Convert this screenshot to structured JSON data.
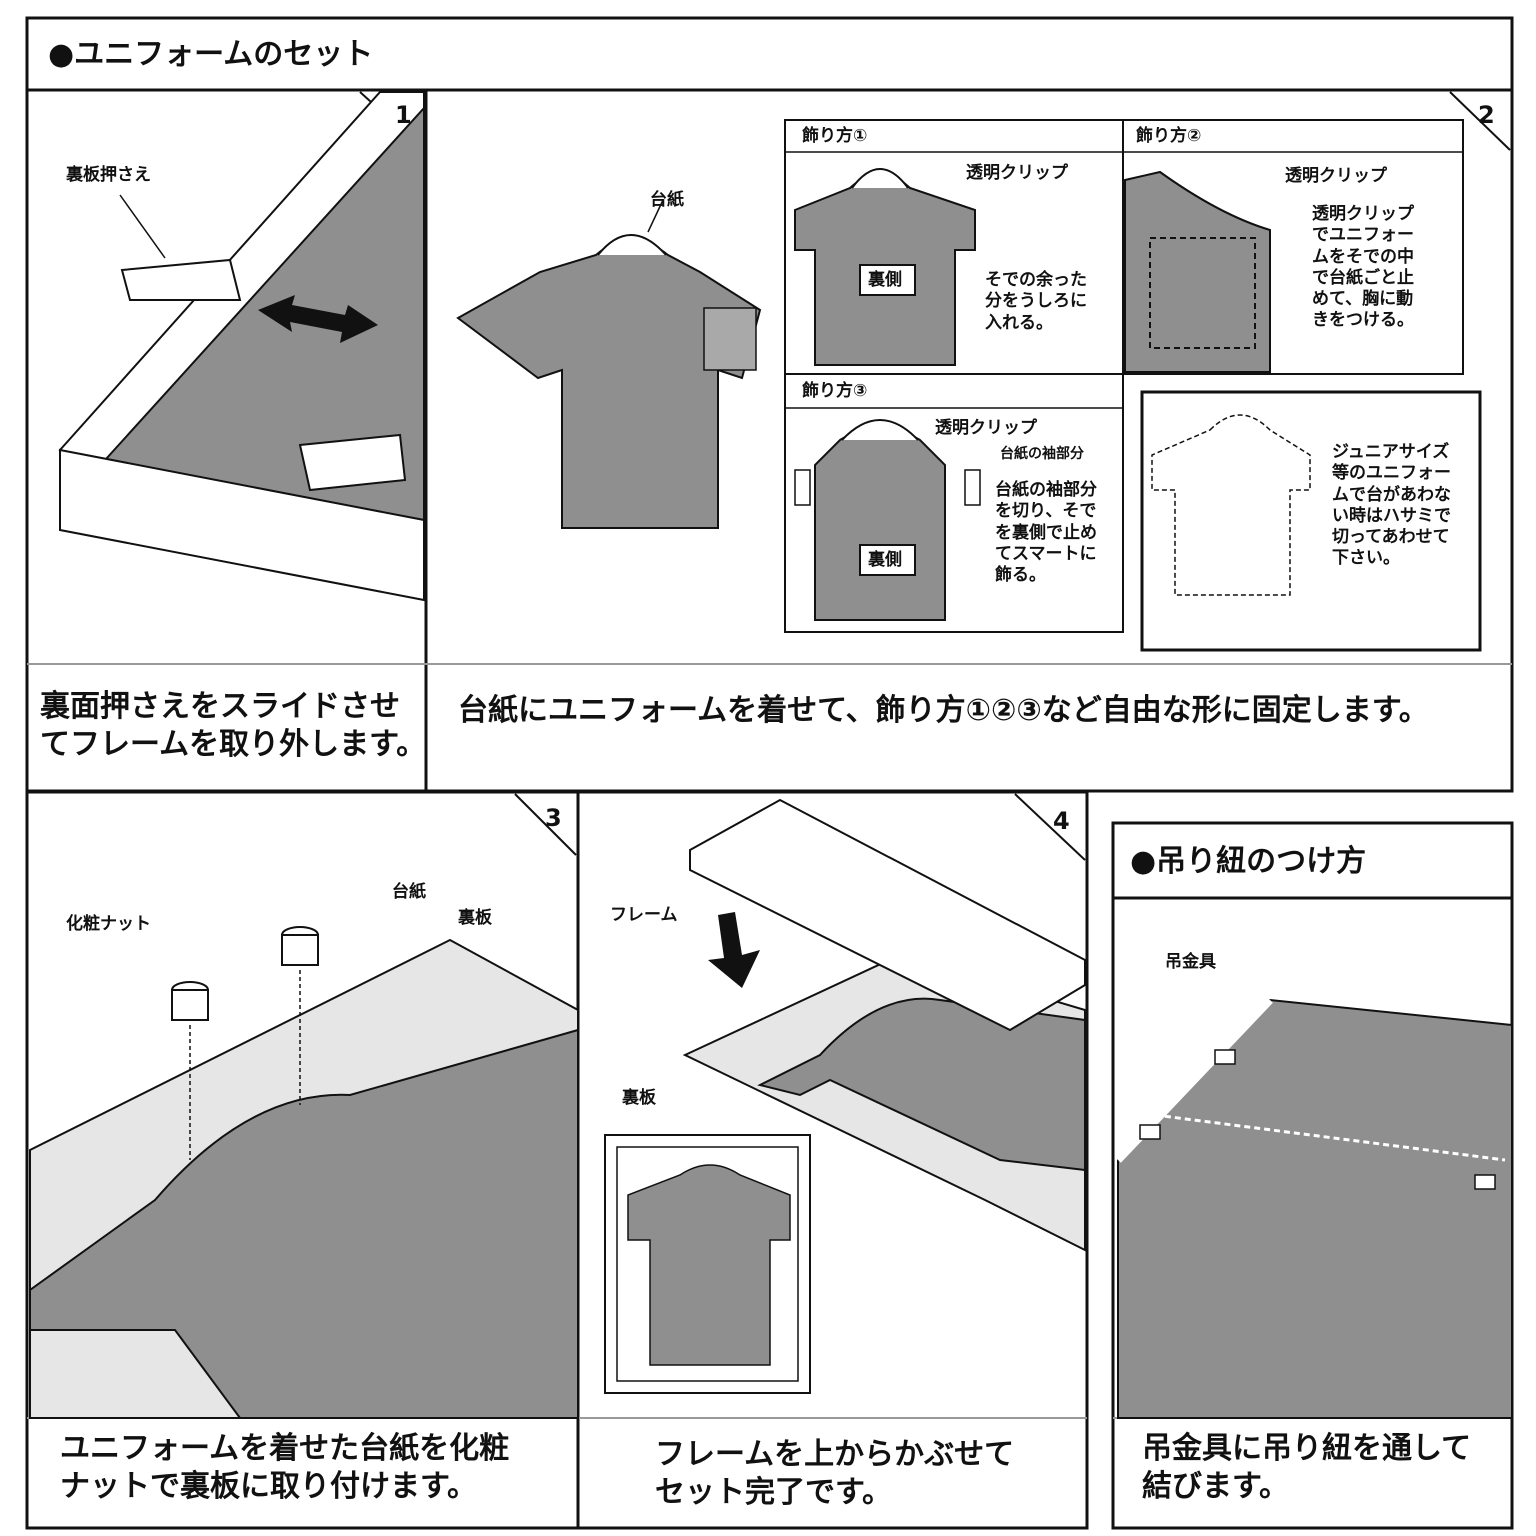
{
  "section1": {
    "title": "●ユニフォームのセット"
  },
  "step1": {
    "number": "1",
    "label_back_press": "裏板押さえ",
    "caption": "裏面押さえをスライドさせ\nてフレームを取り外します。"
  },
  "step2": {
    "number": "2",
    "label_mount": "台紙",
    "style1": {
      "title": "飾り方①",
      "clip": "透明クリップ",
      "back": "裏側",
      "note": "そでの余った\n分をうしろに\n入れる。"
    },
    "style2": {
      "title": "飾り方②",
      "clip": "透明クリップ",
      "note": "透明クリップ\nでユニフォー\nムをそでの中\nで台紙ごと止\nめて、胸に動\nきをつける。"
    },
    "style3": {
      "title": "飾り方③",
      "clip": "透明クリップ",
      "sub": "台紙の袖部分",
      "back": "裏側",
      "note": "台紙の袖部分\nを切り、そで\nを裏側で止め\nてスマートに\n飾る。"
    },
    "junior_note": "ジュニアサイズ\n等のユニフォー\nムで台があわな\nい時はハサミで\n切ってあわせて\n下さい。",
    "caption": "台紙にユニフォームを着せて、飾り方①②③など自由な形に固定します。"
  },
  "step3": {
    "number": "3",
    "label_nut": "化粧ナット",
    "label_mount": "台紙",
    "label_board": "裏板",
    "caption": "ユニフォームを着せた台紙を化粧\nナットで裏板に取り付けます。"
  },
  "step4": {
    "number": "4",
    "label_frame": "フレーム",
    "label_board": "裏板",
    "caption": "フレームを上からかぶせて\nセット完了です。"
  },
  "section2": {
    "title": "●吊り紐のつけ方",
    "label_hook": "吊金具",
    "caption": "吊金具に吊り紐を通して\n結びます。"
  },
  "colors": {
    "shirt": "#8f8f8f",
    "board": "#e6e6e6",
    "line": "#111111"
  }
}
